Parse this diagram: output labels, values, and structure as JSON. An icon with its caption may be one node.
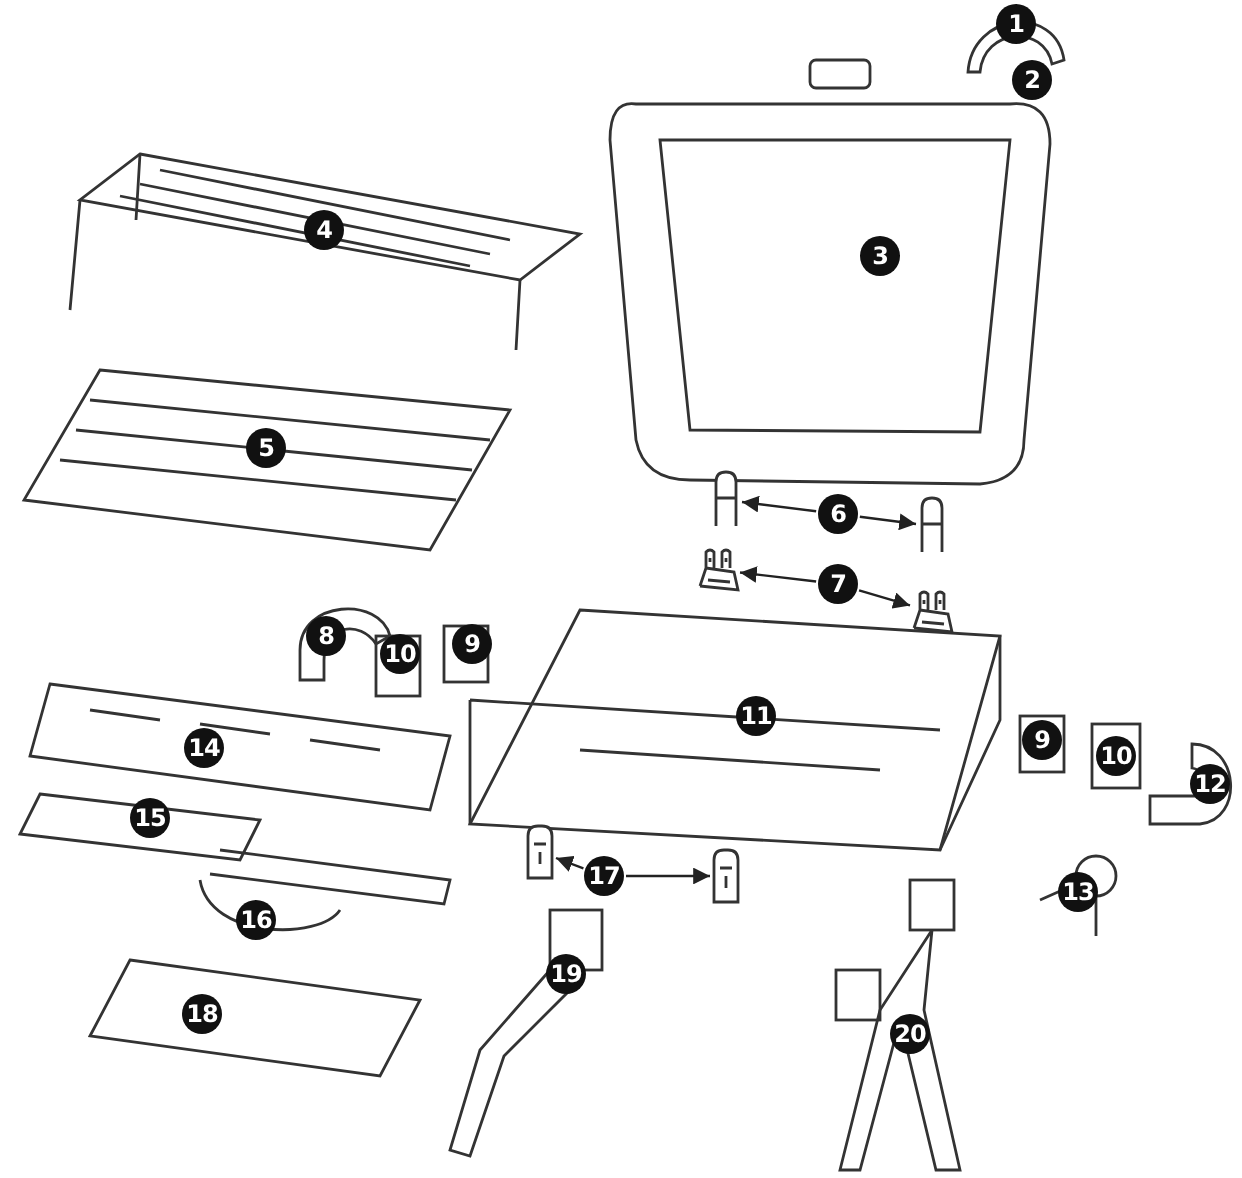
{
  "diagram": {
    "nodes": [
      {
        "text": [
          "6"
        ]
      },
      {
        "text": [],
        "shape": "picture"
      },
      {
        "text": [],
        "shape": "picture"
      },
      {
        "text": [
          "7"
        ]
      },
      {
        "text": [],
        "shape": "picture"
      },
      {
        "text": [],
        "shape": "picture"
      },
      {
        "text": [
          "17"
        ]
      },
      {
        "text": [],
        "shape": "picture"
      },
      {
        "text": [],
        "shape": "picture"
      },
      {
        "text": [
          "1"
        ]
      },
      {
        "text": [
          "2"
        ]
      },
      {
        "text": [
          "4"
        ]
      },
      {
        "text": [
          "3"
        ]
      },
      {
        "text": [
          "5"
        ]
      },
      {
        "text": [
          "8"
        ]
      },
      {
        "text": [
          "9"
        ]
      },
      {
        "text": [
          "10"
        ]
      },
      {
        "text": [
          "11"
        ]
      },
      {
        "text": [
          "9"
        ]
      },
      {
        "text": [
          "14"
        ]
      },
      {
        "text": [
          "10"
        ]
      },
      {
        "text": [
          "12"
        ]
      },
      {
        "text": [
          "15"
        ]
      },
      {
        "text": [
          "13"
        ]
      },
      {
        "text": [
          "16"
        ]
      },
      {
        "text": [
          "19"
        ]
      },
      {
        "text": [
          "18"
        ]
      },
      {
        "text": [
          "20"
        ]
      }
    ],
    "edges": [
      {
        "from": 0,
        "to": 1,
        "arrow": "to"
      },
      {
        "from": 0,
        "to": 2,
        "arrow": "to"
      },
      {
        "from": 3,
        "to": 4,
        "arrow": "to"
      },
      {
        "from": 3,
        "to": 5,
        "arrow": "to"
      },
      {
        "from": 6,
        "to": 7,
        "arrow": "to"
      },
      {
        "from": 6,
        "to": 8,
        "arrow": "to"
      }
    ]
  }
}
